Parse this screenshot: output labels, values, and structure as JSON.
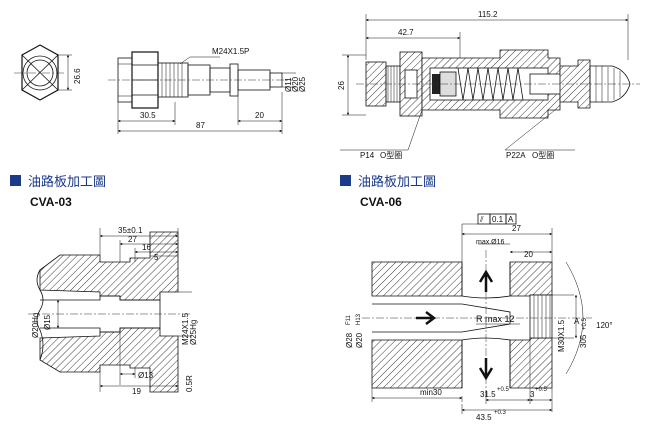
{
  "top": {
    "left_view": {
      "thread": "M24X1.5P",
      "dim_30_5": "30.5",
      "dim_87": "87",
      "dim_20": "20",
      "dim_26_6": "26.6",
      "dim_d11": "Ø11",
      "dim_d20": "Ø20",
      "dim_d25": "Ø25"
    },
    "right_view": {
      "dim_115_2": "115.2",
      "dim_42_7": "42.7",
      "dim_26": "26",
      "label_p14": "P14",
      "label_p14_suffix": "O型圈",
      "label_p22a": "P22A",
      "label_p22a_suffix": "O型圈"
    }
  },
  "sections": {
    "left": {
      "title": "油路板加工圖",
      "code": "CVA-03"
    },
    "right": {
      "title": "油路板加工圖",
      "code": "CVA-06"
    }
  },
  "cva03": {
    "dim_35": "35±0.1",
    "dim_27": "27",
    "dim_16": "16",
    "dim_5": "5",
    "dim_d20hg": "Ø20Hg",
    "dim_d15": "Ø15",
    "dim_m24": "M24X1.5",
    "dim_d25hg": "Ø25Hg",
    "dim_d13": "Ø13",
    "dim_19": "19",
    "dim_05r": "0.5R"
  },
  "cva06": {
    "tolerance_symbol": "⫽",
    "tolerance_value": "0.1",
    "tolerance_ref": "A",
    "dim_27": "27",
    "dim_max16": "max.Ø16",
    "dim_20": "20",
    "dim_d28": "Ø28",
    "dim_d28_fit": "F11",
    "dim_d20": "Ø20",
    "dim_d20_fit": "H13",
    "r_max": "R max 12",
    "dim_m30": "M30X1.5",
    "dim_305": "305",
    "dim_305_tol": "+0.5",
    "ref_a": "A",
    "angle_120": "120°",
    "dim_min30": "min30",
    "dim_31_5": "31.5",
    "dim_31_5_tol": "+0.5",
    "dim_3": "3",
    "dim_3_tol": "+0.5",
    "dim_43_5": "43.5",
    "dim_43_5_tol": "+0.3"
  }
}
